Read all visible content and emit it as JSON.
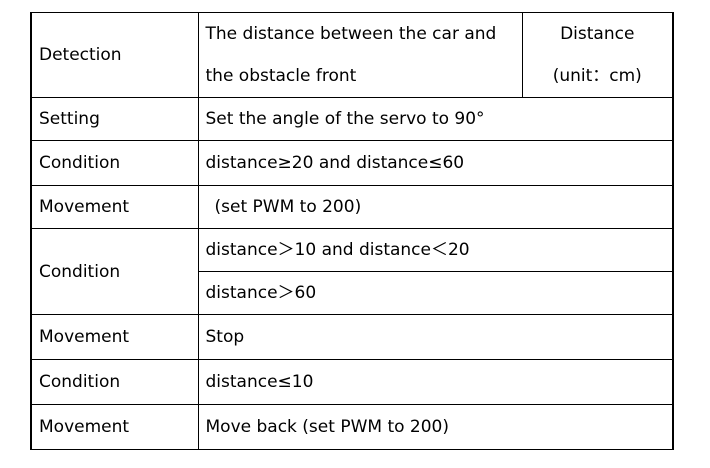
{
  "header": {
    "col1": "Detection",
    "col2_line1": "The distance between the car and",
    "col2_line2": "the obstacle front",
    "col3_line1": "Distance",
    "col3_line2": "(unit：cm)"
  },
  "rows": [
    {
      "label": "Setting",
      "value": "Set the angle of the servo to 90°"
    },
    {
      "label": "Condition",
      "value": "distance≥20 and distance≤60"
    },
    {
      "label": "Movement",
      "value": "(set PWM to 200)"
    },
    {
      "label": "Condition",
      "value_a": "distance＞10 and distance＜20",
      "value_b": "distance＞60"
    },
    {
      "label": "Movement",
      "value": "Stop"
    },
    {
      "label": "Condition",
      "value": "distance≤10"
    },
    {
      "label": "Movement",
      "value": "Move back  (set PWM to 200)"
    }
  ]
}
